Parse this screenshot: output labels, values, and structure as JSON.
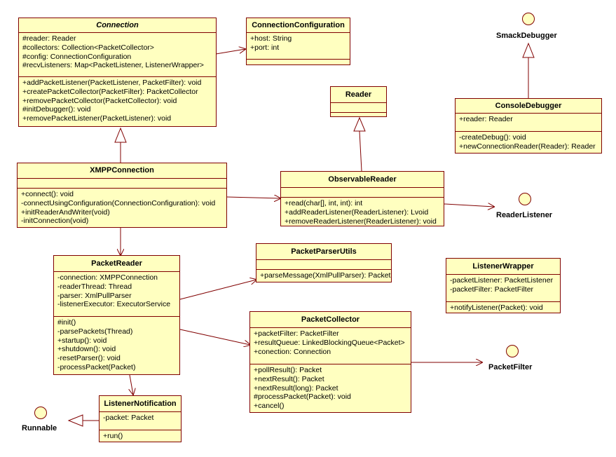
{
  "colors": {
    "fill": "#ffffc0",
    "stroke": "#800000"
  },
  "classes": {
    "connection": {
      "name": "Connection",
      "attributes": [
        "#reader: Reader",
        "#collectors: Collection<PacketCollector>",
        "#config: ConnectionConfiguration",
        "#recvListeners: Map<PacketListener, ListenerWrapper>"
      ],
      "operations": [
        "+addPacketListener(PacketListener, PacketFilter): void",
        "+createPacketCollector(PacketFilter): PacketCollector",
        "+removePacketCollector(PacketCollector): void",
        "#initDebugger(): void",
        "+removePacketListener(PacketListener): void"
      ]
    },
    "connection_configuration": {
      "name": "ConnectionConfiguration",
      "attributes": [
        "+host: String",
        "+port: int"
      ],
      "operations": []
    },
    "reader": {
      "name": "Reader"
    },
    "console_debugger": {
      "name": "ConsoleDebugger",
      "attributes": [
        "+reader: Reader"
      ],
      "operations": [
        "-createDebug(): void",
        "+newConnectionReader(Reader): Reader"
      ]
    },
    "xmpp_connection": {
      "name": "XMPPConnection",
      "attributes": [],
      "operations": [
        "+connect(): void",
        "-connectUsingConfiguration(ConnectionConfiguration): void",
        "+initReaderAndWriter(void)",
        "-initConnection(void)"
      ]
    },
    "observable_reader": {
      "name": "ObservableReader",
      "attributes": [],
      "operations": [
        "+read(char[], int, int): int",
        "+addReaderListener(ReaderListener): Lvoid",
        "+removeReaderListener(ReaderListener): void"
      ]
    },
    "packet_parser_utils": {
      "name": "PacketParserUtils",
      "attributes": [],
      "operations": [
        "+parseMessage(XmlPullParser): Packet"
      ]
    },
    "listener_wrapper": {
      "name": "ListenerWrapper",
      "attributes": [
        "-packetListener: PacketListener",
        "-packetFilter: PacketFilter"
      ],
      "operations": [
        "+notifyListener(Packet): void"
      ]
    },
    "packet_reader": {
      "name": "PacketReader",
      "attributes": [
        "-connection: XMPPConnection",
        "-readerThread: Thread",
        "-parser: XmlPullParser",
        "-listenerExecutor: ExecutorService"
      ],
      "operations": [
        "#init()",
        "-parsePackets(Thread)",
        "+startup(): void",
        "+shutdown(): void",
        "-resetParser(): void",
        "-processPacket(Packet)"
      ]
    },
    "packet_collector": {
      "name": "PacketCollector",
      "attributes": [
        "+packetFilter: PacketFilter",
        "+resultQueue: LinkedBlockingQueue<Packet>",
        "+conection: Connection"
      ],
      "operations": [
        "+pollResult(): Packet",
        "+nextResult(): Packet",
        "+nextResult(long): Packet",
        "#processPacket(Packet): void",
        "+cancel()"
      ]
    },
    "listener_notification": {
      "name": "ListenerNotification",
      "attributes": [
        "-packet: Packet"
      ],
      "operations": [
        "+run()"
      ]
    }
  },
  "interfaces": {
    "smack_debugger": "SmackDebugger",
    "reader_listener": "ReaderListener",
    "packet_filter": "PacketFilter",
    "runnable": "Runnable"
  }
}
